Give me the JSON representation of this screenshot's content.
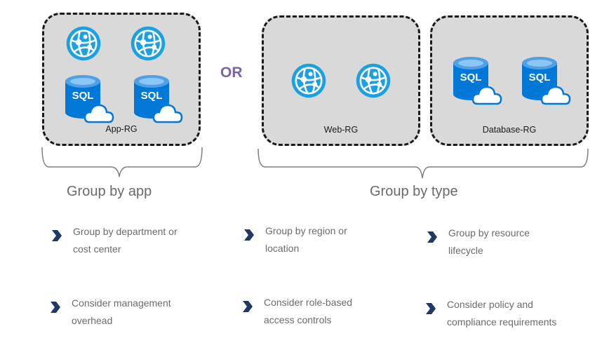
{
  "app_rg": {
    "label": "App-RG"
  },
  "web_rg": {
    "label": "Web-RG"
  },
  "db_rg": {
    "label": "Database-RG"
  },
  "or_text": "OR",
  "group_by_app": "Group by app",
  "group_by_type": "Group by type",
  "sql_text": "SQL",
  "icons": {
    "web_app": "web-app-globe-icon",
    "sql_db": "sql-database-cloud-icon",
    "bullet": "chevron-right-icon"
  },
  "colors": {
    "rg_fill": "#d9d9d9",
    "azure_blue": "#1ba1e2",
    "sql_blue": "#0078d7",
    "or_purple": "#7b63a8",
    "chevron": "#1f3864"
  },
  "bullets": [
    {
      "line1": "Group by department or",
      "line2": "cost center"
    },
    {
      "line1": "Group by region or",
      "line2": "location"
    },
    {
      "line1": "Group by resource",
      "line2": "lifecycle"
    },
    {
      "line1": "Consider management",
      "line2": "overhead"
    },
    {
      "line1": "Consider role-based",
      "line2": "access controls"
    },
    {
      "line1": "Consider policy and",
      "line2": "compliance requirements"
    }
  ]
}
